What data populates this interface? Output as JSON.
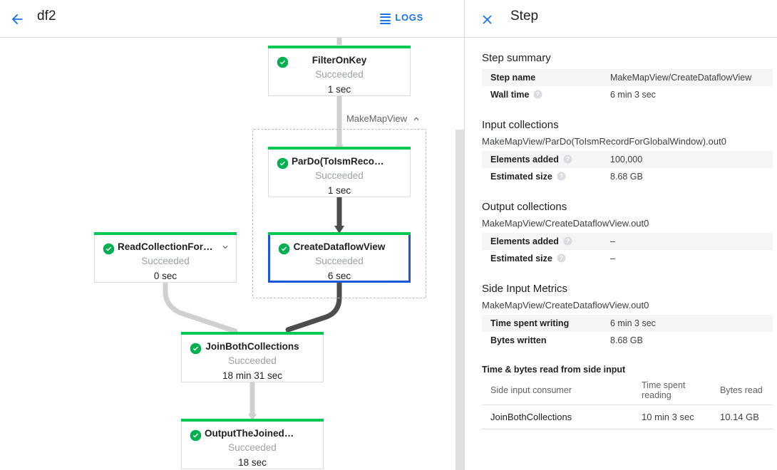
{
  "topbar": {
    "back_icon": "arrow-left-icon",
    "job_name": "df2",
    "logs_label": "LOGS",
    "logs_icon": "logs-list-icon"
  },
  "graph": {
    "group": {
      "label": "MakeMapView",
      "collapse_icon": "chevron-up-icon"
    },
    "nodes": [
      {
        "id": "filter-on-key",
        "name": "FilterOnKey",
        "status": "Succeeded",
        "time": "1 sec",
        "status_icon": "check-circle-icon",
        "selected": false,
        "expandable": false
      },
      {
        "id": "pardo-toismrecord",
        "name": "ParDo(ToIsmRecordFor…",
        "status": "Succeeded",
        "time": "1 sec",
        "status_icon": "check-circle-icon",
        "selected": false,
        "expandable": false
      },
      {
        "id": "create-dataflow-view",
        "name": "CreateDataflowView",
        "status": "Succeeded",
        "time": "6 sec",
        "status_icon": "check-circle-icon",
        "selected": true,
        "expandable": false
      },
      {
        "id": "read-collection-for-join",
        "name": "ReadCollectionForJoin",
        "status": "Succeeded",
        "time": "0 sec",
        "status_icon": "check-circle-icon",
        "selected": false,
        "expandable": true,
        "expand_icon": "chevron-down-icon"
      },
      {
        "id": "join-both-collections",
        "name": "JoinBothCollections",
        "status": "Succeeded",
        "time": "18 min 31 sec",
        "status_icon": "check-circle-icon",
        "selected": false,
        "expandable": false
      },
      {
        "id": "output-the-joined-collection",
        "name": "OutputTheJoinedCollec…",
        "status": "Succeeded",
        "time": "18 sec",
        "status_icon": "check-circle-icon",
        "selected": false,
        "expandable": false
      }
    ],
    "colors": {
      "status_bar": "#00c853",
      "selected_border": "#1a56db",
      "edge_normal": "#d0d0d0",
      "edge_highlight": "#4d4d4d"
    }
  },
  "panel": {
    "close_icon": "close-icon",
    "title": "Step",
    "step_summary": {
      "heading": "Step summary",
      "rows": [
        {
          "key": "Step name",
          "value": "MakeMapView/CreateDataflowView",
          "help": false
        },
        {
          "key": "Wall time",
          "value": "6 min 3 sec",
          "help": true
        }
      ]
    },
    "input_collections": {
      "heading": "Input collections",
      "collection": "MakeMapView/ParDo(ToIsmRecordForGlobalWindow).out0",
      "rows": [
        {
          "key": "Elements added",
          "value": "100,000",
          "help": true
        },
        {
          "key": "Estimated size",
          "value": "8.68 GB",
          "help": true
        }
      ]
    },
    "output_collections": {
      "heading": "Output collections",
      "collection": "MakeMapView/CreateDataflowView.out0",
      "rows": [
        {
          "key": "Elements added",
          "value": "–",
          "help": true
        },
        {
          "key": "Estimated size",
          "value": "–",
          "help": true
        }
      ]
    },
    "side_input_metrics": {
      "heading": "Side Input Metrics",
      "collection": "MakeMapView/CreateDataflowView.out0",
      "rows": [
        {
          "key": "Time spent writing",
          "value": "6 min 3 sec",
          "help": false
        },
        {
          "key": "Bytes written",
          "value": "8.68 GB",
          "help": false
        }
      ]
    },
    "side_input_read": {
      "title": "Time & bytes read from side input",
      "columns": [
        "Side input consumer",
        "Time spent reading",
        "Bytes read"
      ],
      "rows": [
        {
          "consumer": "JoinBothCollections",
          "time": "10 min 3 sec",
          "bytes": "10.14 GB"
        }
      ]
    }
  }
}
